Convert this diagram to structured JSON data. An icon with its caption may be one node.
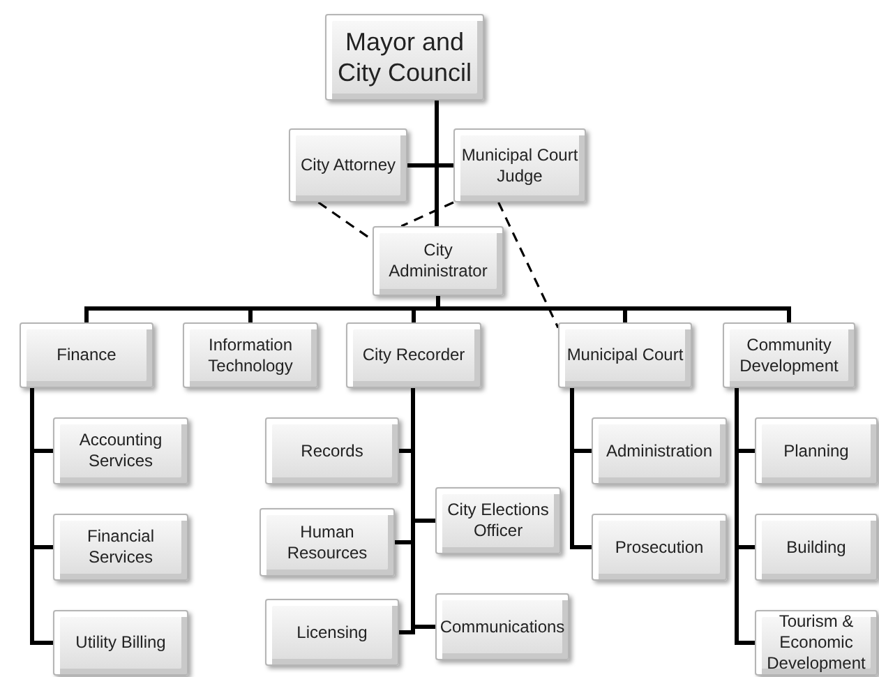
{
  "diagram": {
    "nodes": [
      {
        "text": [
          "Mayor and City Council"
        ]
      },
      {
        "text": [
          "City Attorney"
        ]
      },
      {
        "text": [
          "Municipal Court Judge"
        ]
      },
      {
        "text": [
          "City Administrator"
        ]
      },
      {
        "text": [
          "Finance"
        ]
      },
      {
        "text": [
          "Information Technology"
        ]
      },
      {
        "text": [
          "City Recorder"
        ]
      },
      {
        "text": [
          "Municipal  Court"
        ]
      },
      {
        "text": [
          "Community Development"
        ]
      },
      {
        "text": [
          "Accounting Services"
        ]
      },
      {
        "text": [
          "Financial Services"
        ]
      },
      {
        "text": [
          "Utility Billing"
        ]
      },
      {
        "text": [
          "Records"
        ]
      },
      {
        "text": [
          "Human Resources"
        ]
      },
      {
        "text": [
          "Licensing"
        ]
      },
      {
        "text": [
          "City Elections Officer"
        ]
      },
      {
        "text": [
          "Communications"
        ]
      },
      {
        "text": [
          "Administration"
        ]
      },
      {
        "text": [
          "Prosecution"
        ]
      },
      {
        "text": [
          "Planning"
        ]
      },
      {
        "text": [
          "Building"
        ]
      },
      {
        "text": [
          "Tourism & Economic Development"
        ]
      }
    ],
    "edges": [
      {
        "from": 0,
        "to": 1,
        "arrow": "none"
      },
      {
        "from": 0,
        "to": 2,
        "arrow": "none"
      },
      {
        "from": 0,
        "to": 3,
        "arrow": "none"
      },
      {
        "from": 1,
        "to": 3,
        "arrow": "none",
        "style": "dashed"
      },
      {
        "from": 2,
        "to": 3,
        "arrow": "none",
        "style": "dashed"
      },
      {
        "from": 2,
        "to": 7,
        "arrow": "none",
        "style": "dashed"
      },
      {
        "from": 3,
        "to": 4,
        "arrow": "none"
      },
      {
        "from": 3,
        "to": 5,
        "arrow": "none"
      },
      {
        "from": 3,
        "to": 6,
        "arrow": "none"
      },
      {
        "from": 3,
        "to": 7,
        "arrow": "none"
      },
      {
        "from": 3,
        "to": 8,
        "arrow": "none"
      },
      {
        "from": 4,
        "to": 9,
        "arrow": "none"
      },
      {
        "from": 4,
        "to": 10,
        "arrow": "none"
      },
      {
        "from": 4,
        "to": 11,
        "arrow": "none"
      },
      {
        "from": 6,
        "to": 12,
        "arrow": "none"
      },
      {
        "from": 6,
        "to": 13,
        "arrow": "none"
      },
      {
        "from": 6,
        "to": 14,
        "arrow": "none"
      },
      {
        "from": 6,
        "to": 15,
        "arrow": "none"
      },
      {
        "from": 6,
        "to": 16,
        "arrow": "none"
      },
      {
        "from": 7,
        "to": 17,
        "arrow": "none"
      },
      {
        "from": 7,
        "to": 18,
        "arrow": "none"
      },
      {
        "from": 8,
        "to": 19,
        "arrow": "none"
      },
      {
        "from": 8,
        "to": 20,
        "arrow": "none"
      },
      {
        "from": 8,
        "to": 21,
        "arrow": "none"
      }
    ]
  }
}
